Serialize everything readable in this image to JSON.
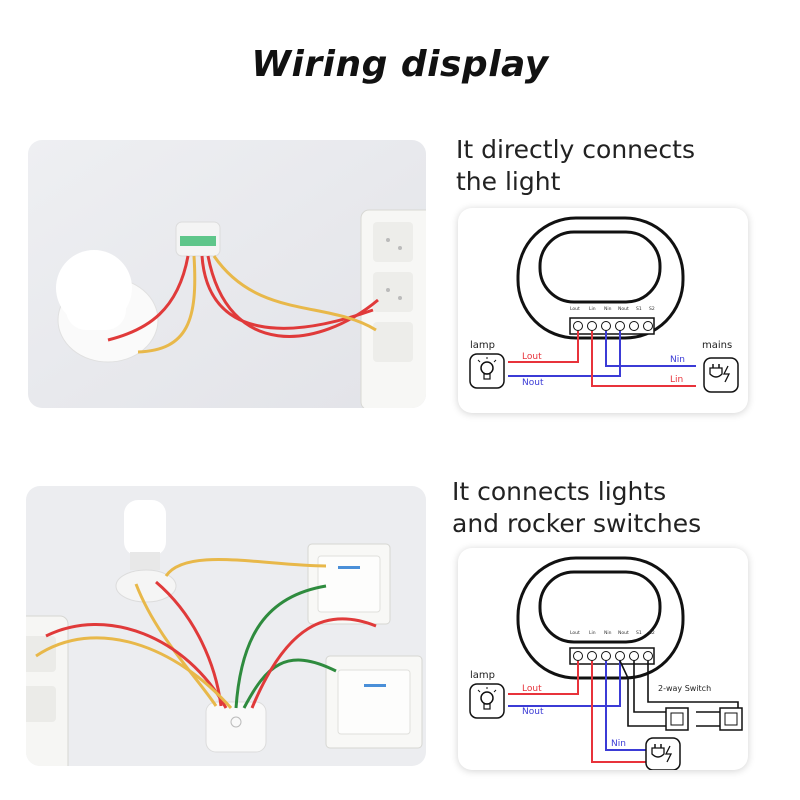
{
  "page": {
    "title": "Wiring display"
  },
  "section1": {
    "caption_line1": "It directly connects",
    "caption_line2": "the light",
    "diagram": {
      "terminals": [
        "Lout",
        "Lin",
        "Nin",
        "Nout",
        "S1",
        "S2"
      ],
      "lamp_label": "lamp",
      "mains_label": "mains",
      "lout_label": "Lout",
      "nout_label": "Nout",
      "nin_label": "Nin",
      "lin_label": "Lin"
    }
  },
  "section2": {
    "caption_line1": "It connects lights",
    "caption_line2": "and rocker switches",
    "diagram": {
      "terminals": [
        "Lout",
        "Lin",
        "Nin",
        "Nout",
        "S1",
        "S2"
      ],
      "lamp_label": "lamp",
      "lout_label": "Lout",
      "nout_label": "Nout",
      "nin_label": "Nin",
      "switch_label": "2-way Switch"
    }
  },
  "colors": {
    "live": "#e8333b",
    "neutral": "#3b3bd6",
    "earth_green": "#2e8b3e",
    "yellow_wire": "#e8b84a"
  },
  "icons": [
    "lightbulb-icon",
    "plug-icon"
  ]
}
